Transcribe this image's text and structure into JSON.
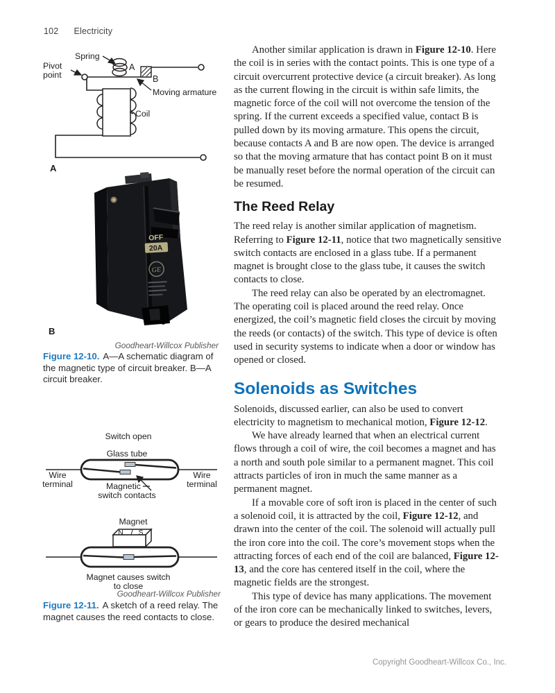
{
  "header": {
    "page_number": "102",
    "chapter_title": "Electricity"
  },
  "figure_a": {
    "labels": {
      "spring": "Spring",
      "pivot": [
        "Pivot",
        "point"
      ],
      "contact_a": "A",
      "contact_b": "B",
      "moving_armature": "Moving armature",
      "coil": "Coil",
      "panel": "A"
    }
  },
  "breaker": {
    "panel": "B",
    "off_label": "OFF",
    "amp_label": "20A",
    "brand": "GE"
  },
  "figure10": {
    "credit": "Goodheart-Willcox Publisher",
    "label": "Figure 12-10.",
    "caption": "A—A schematic diagram of the magnetic type of circuit breaker. B—A circuit breaker."
  },
  "figure_b": {
    "labels": {
      "switch_open": "Switch open",
      "glass_tube": "Glass tube",
      "wire_terminal_left": [
        "Wire",
        "terminal"
      ],
      "wire_terminal_right": [
        "Wire",
        "terminal"
      ],
      "magnetic_contacts": [
        "Magnetic",
        "switch contacts"
      ],
      "magnet": "Magnet",
      "pole_n": "N",
      "pole_s": "S",
      "closed_label": [
        "Magnet causes switch",
        "to close"
      ]
    },
    "credit": "Goodheart-Willcox Publisher"
  },
  "figure11": {
    "label": "Figure 12-11.",
    "caption": "A sketch of a reed relay. The magnet causes the reed contacts to close."
  },
  "article": {
    "flow": [
      {
        "kind": "p",
        "indent": true,
        "runs": [
          {
            "t": "Another similar application is drawn in "
          },
          {
            "t": "Figure 12-10",
            "b": true
          },
          {
            "t": ". Here the coil is in series with the contact points. This is one type of a circuit overcurrent protective device (a circuit breaker). As long as the current flowing in the circuit is within safe limits, the magnetic force of the coil will not overcome the tension of the spring. If the current exceeds a specified value, contact B is pulled down by its moving armature. This opens the circuit, because contacts A and B are now open. The device is arranged so that the moving armature that has contact point B on it must be manually reset before the normal operation of the circuit can be resumed."
          }
        ]
      },
      {
        "kind": "h2",
        "text": "The Reed Relay"
      },
      {
        "kind": "p",
        "indent": false,
        "runs": [
          {
            "t": "The reed relay is another similar application of magnetism. Referring to "
          },
          {
            "t": "Figure 12-11",
            "b": true
          },
          {
            "t": ", notice that two magnetically sensitive switch contacts are enclosed in a glass tube. If a permanent magnet is brought close to the glass tube, it causes the switch contacts to close."
          }
        ]
      },
      {
        "kind": "p",
        "indent": true,
        "runs": [
          {
            "t": "The reed relay can also be operated by an electromagnet. The operating coil is placed around the reed relay. Once energized, the coil’s magnetic field closes the circuit by moving the reeds (or contacts) of the switch. This type of device is often used in security systems to indicate when a door or window has opened or closed."
          }
        ]
      },
      {
        "kind": "h1",
        "text": "Solenoids as Switches"
      },
      {
        "kind": "p",
        "indent": false,
        "runs": [
          {
            "t": "Solenoids, discussed earlier, can also be used to convert electricity to magnetism to mechanical motion, "
          },
          {
            "t": "Figure 12-12",
            "b": true
          },
          {
            "t": "."
          }
        ]
      },
      {
        "kind": "p",
        "indent": true,
        "runs": [
          {
            "t": "We have already learned that when an electrical current flows through a coil of wire, the coil becomes a magnet and has a north and south pole similar to a permanent magnet. This coil attracts particles of iron in much the same manner as a permanent magnet."
          }
        ]
      },
      {
        "kind": "p",
        "indent": true,
        "runs": [
          {
            "t": "If a movable core of soft iron is placed in the center of such a solenoid coil, it is attracted by the coil, "
          },
          {
            "t": "Figure 12-12",
            "b": true
          },
          {
            "t": ", and drawn into the center of the coil. The solenoid will actually pull the iron core into the coil. The core’s movement stops when the attracting forces of each end of the coil are balanced, "
          },
          {
            "t": "Figure 12-13",
            "b": true
          },
          {
            "t": ", and the core has centered itself in the coil, where the magnetic fields are the strongest."
          }
        ]
      },
      {
        "kind": "p",
        "indent": true,
        "runs": [
          {
            "t": "This type of device has many applications. The movement of the iron core can be mechanically linked to switches, levers, or gears to produce the desired mechanical"
          }
        ]
      }
    ]
  },
  "footer": {
    "copyright": "Copyright Goodheart-Willcox Co., Inc."
  },
  "colors": {
    "heading_blue": "#0d72bb",
    "figure_label_blue": "#1e7bc1",
    "body_text": "#262223",
    "caption_gray": "#57585a",
    "footer_gray": "#939598"
  }
}
